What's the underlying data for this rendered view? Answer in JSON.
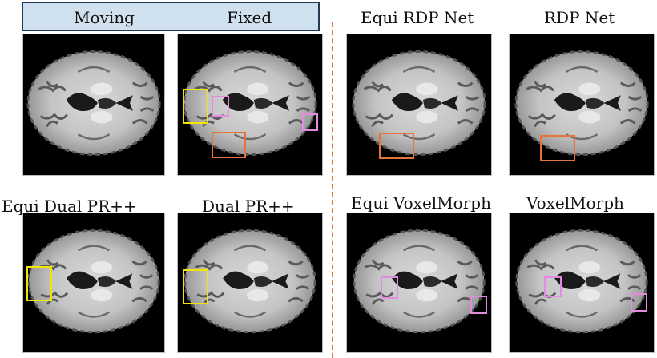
{
  "header": {
    "moving": "Moving",
    "fixed": "Fixed"
  },
  "labels": {
    "equi_rdp": "Equi RDP Net",
    "rdp": "RDP Net",
    "equi_dual": "Equi Dual PR++",
    "dual": "Dual PR++",
    "equi_voxel": "Equi VoxelMorph",
    "voxel": "VoxelMorph"
  },
  "colors": {
    "roi_yellow": "#f2e600",
    "roi_pink": "#e58ae0",
    "roi_orange": "#e3743a",
    "divider": "#e07a3a",
    "header_fill": "#cfe0ef"
  },
  "panels": [
    "moving",
    "fixed",
    "equi_rdp",
    "rdp",
    "equi_dual",
    "dual",
    "equi_voxel",
    "voxel"
  ]
}
